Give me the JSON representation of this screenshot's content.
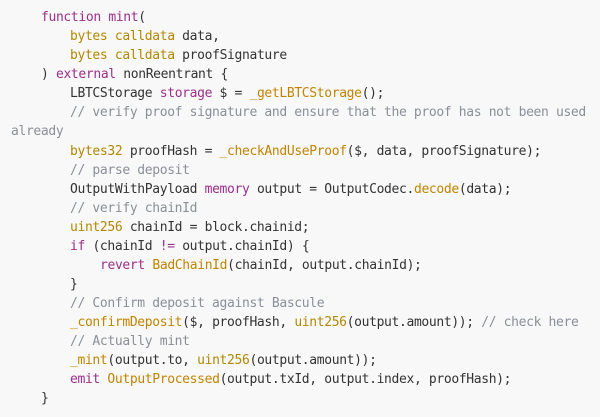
{
  "code": {
    "lines": [
      [
        {
          "kind": "keyword",
          "text": "function"
        },
        {
          "kind": "plain",
          "text": " "
        },
        {
          "kind": "keyword",
          "text": "mint"
        },
        {
          "kind": "punct",
          "text": "("
        }
      ],
      [
        {
          "kind": "type",
          "text": "bytes"
        },
        {
          "kind": "plain",
          "text": " "
        },
        {
          "kind": "type",
          "text": "calldata"
        },
        {
          "kind": "plain",
          "text": " data,"
        }
      ],
      [
        {
          "kind": "type",
          "text": "bytes"
        },
        {
          "kind": "plain",
          "text": " "
        },
        {
          "kind": "type",
          "text": "calldata"
        },
        {
          "kind": "plain",
          "text": " proofSignature"
        }
      ],
      [
        {
          "kind": "punct",
          "text": ") "
        },
        {
          "kind": "keyword",
          "text": "external"
        },
        {
          "kind": "plain",
          "text": " nonReentrant {"
        }
      ],
      [
        {
          "kind": "plain",
          "text": "LBTCStorage "
        },
        {
          "kind": "keyword",
          "text": "storage"
        },
        {
          "kind": "plain",
          "text": " $ = "
        },
        {
          "kind": "func",
          "text": "_getLBTCStorage"
        },
        {
          "kind": "plain",
          "text": "();"
        }
      ],
      [
        {
          "kind": "comment",
          "text": "// verify proof signature and ensure that the proof has not been used"
        }
      ],
      [
        {
          "kind": "comment",
          "text": "already"
        }
      ],
      [
        {
          "kind": "type",
          "text": "bytes32"
        },
        {
          "kind": "plain",
          "text": " proofHash = "
        },
        {
          "kind": "func",
          "text": "_checkAndUseProof"
        },
        {
          "kind": "plain",
          "text": "($, data, proofSignature);"
        }
      ],
      [
        {
          "kind": "comment",
          "text": "// parse deposit"
        }
      ],
      [
        {
          "kind": "plain",
          "text": "OutputWithPayload "
        },
        {
          "kind": "keyword",
          "text": "memory"
        },
        {
          "kind": "plain",
          "text": " output = OutputCodec."
        },
        {
          "kind": "func",
          "text": "decode"
        },
        {
          "kind": "plain",
          "text": "(data);"
        }
      ],
      [
        {
          "kind": "comment",
          "text": "// verify chainId"
        }
      ],
      [
        {
          "kind": "type",
          "text": "uint256"
        },
        {
          "kind": "plain",
          "text": " chainId = block.chainid;"
        }
      ],
      [
        {
          "kind": "keyword",
          "text": "if"
        },
        {
          "kind": "plain",
          "text": " (chainId "
        },
        {
          "kind": "keyword",
          "text": "!="
        },
        {
          "kind": "plain",
          "text": " output.chainId) {"
        }
      ],
      [
        {
          "kind": "keyword",
          "text": "revert"
        },
        {
          "kind": "plain",
          "text": " "
        },
        {
          "kind": "func",
          "text": "BadChainId"
        },
        {
          "kind": "plain",
          "text": "(chainId, output.chainId);"
        }
      ],
      [
        {
          "kind": "punct",
          "text": "}"
        }
      ],
      [
        {
          "kind": "comment",
          "text": "// Confirm deposit against Bascule"
        }
      ],
      [
        {
          "kind": "func",
          "text": "_confirmDeposit"
        },
        {
          "kind": "plain",
          "text": "($, proofHash, "
        },
        {
          "kind": "type",
          "text": "uint256"
        },
        {
          "kind": "plain",
          "text": "(output.amount)); "
        },
        {
          "kind": "comment",
          "text": "// check here"
        }
      ],
      [
        {
          "kind": "comment",
          "text": "// Actually mint"
        }
      ],
      [
        {
          "kind": "func",
          "text": "_mint"
        },
        {
          "kind": "plain",
          "text": "(output.to, "
        },
        {
          "kind": "type",
          "text": "uint256"
        },
        {
          "kind": "plain",
          "text": "(output.amount));"
        }
      ],
      [
        {
          "kind": "keyword",
          "text": "emit"
        },
        {
          "kind": "plain",
          "text": " "
        },
        {
          "kind": "func",
          "text": "OutputProcessed"
        },
        {
          "kind": "plain",
          "text": "(output.txId, output.index, proofHash);"
        }
      ],
      [
        {
          "kind": "punct",
          "text": "}"
        }
      ]
    ]
  }
}
